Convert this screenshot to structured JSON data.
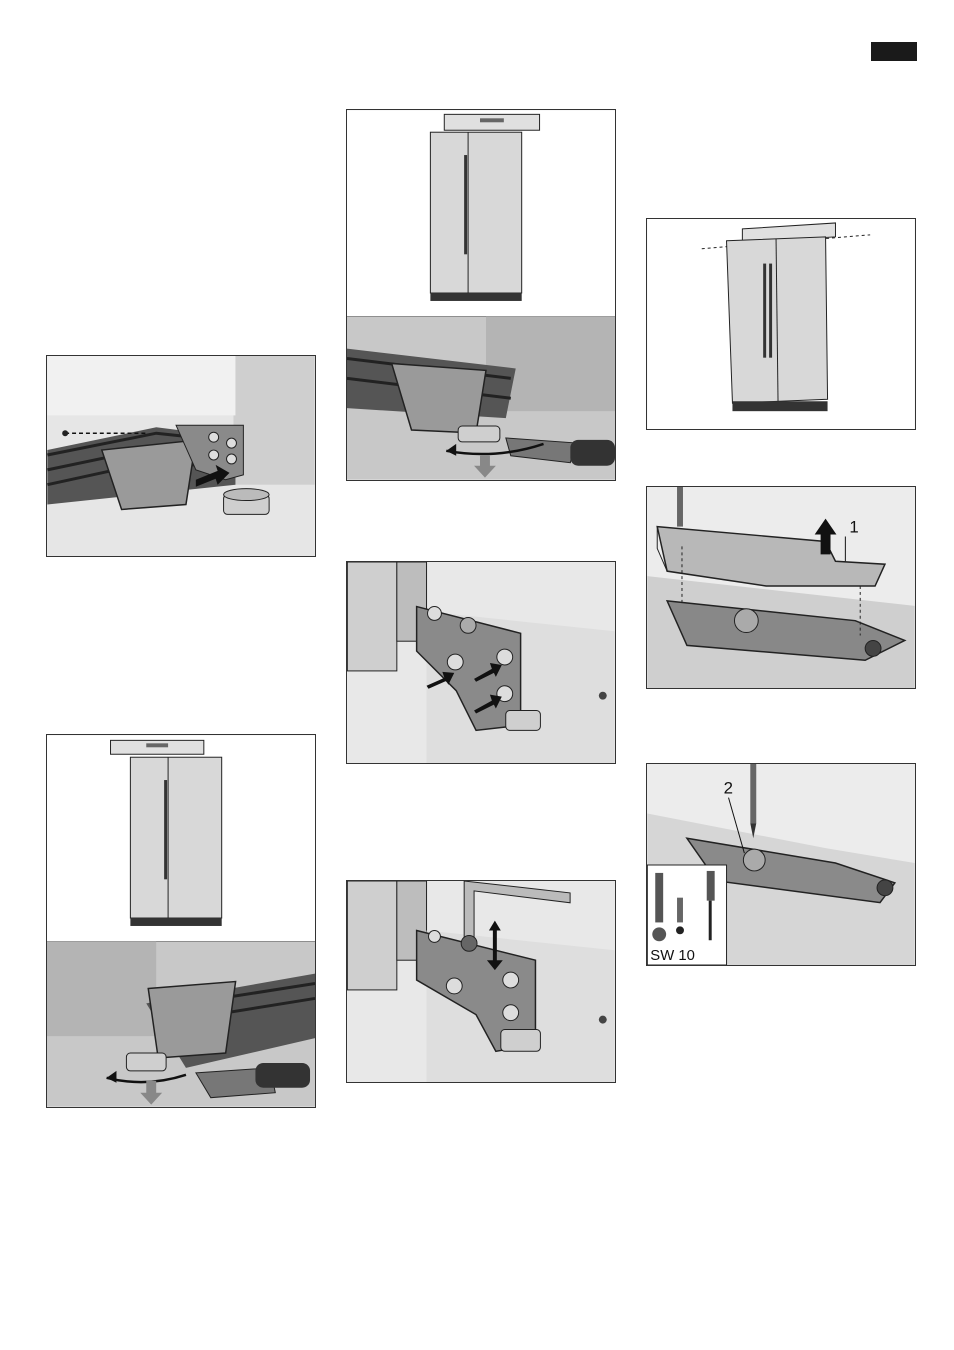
{
  "header": {
    "tab_color": "#1a1a1a"
  },
  "figures": {
    "hinge_detail": {
      "callout": "1"
    },
    "hinge_screw": {
      "callout": "2",
      "tool_size": "SW 10"
    }
  },
  "icons": {
    "arrow_push": "arrow-right-icon",
    "arrow_lift": "arrow-up-icon",
    "arrow_rotate": "rotate-arrow-icon",
    "arrow_down": "arrow-down-icon"
  },
  "colors": {
    "frame": "#333333",
    "steel": "#bdbdbd",
    "dark": "#1a1a1a",
    "bg": "#ececec"
  }
}
